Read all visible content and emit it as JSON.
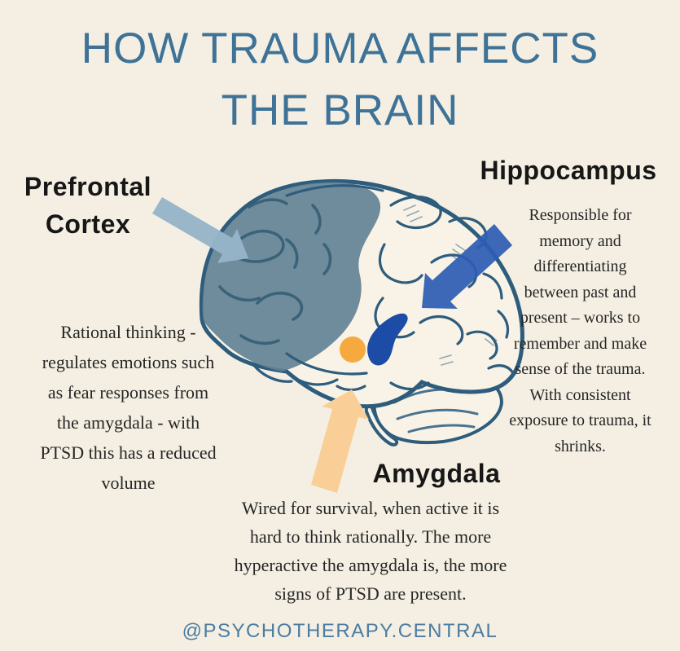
{
  "title": {
    "lines": [
      "HOW TRAUMA AFFECTS",
      "THE BRAIN"
    ]
  },
  "regions": {
    "prefrontal_cortex": {
      "label_lines": [
        "Prefrontal",
        "Cortex"
      ],
      "description_lines": [
        "Rational thinking -",
        "regulates emotions such",
        "as fear responses from",
        "the amygdala - with",
        "PTSD this has a reduced",
        "volume"
      ]
    },
    "hippocampus": {
      "label": "Hippocampus",
      "description_lines": [
        "Responsible for",
        "memory and",
        "differentiating",
        "between past and",
        "present – works to",
        "remember and make",
        "sense of the trauma.",
        "With consistent",
        "exposure to trauma, it",
        "shrinks."
      ]
    },
    "amygdala": {
      "label": "Amygdala",
      "description_lines": [
        "Wired for survival, when active it is",
        "hard to think rationally. The more",
        "hyperactive the amygdala is, the more",
        "signs of PTSD are present."
      ]
    }
  },
  "footer": {
    "handle": "@PSYCHOTHERAPY.CENTRAL"
  },
  "icons": {
    "prefrontal_arrow": "arrow-pointing-down-right-to-frontal-lobe",
    "hippocampus_arrow": "arrow-pointing-down-left-to-hippocampus",
    "amygdala_arrow": "arrow-pointing-up-to-amygdala"
  },
  "colors": {
    "background": "#F4EFE2",
    "title_teal": "#3E7297",
    "footer_teal": "#4B7CA2",
    "label_black": "#171717",
    "body_text": "#262626",
    "brain_line": "#2D5C7D",
    "brain_fill": "#F8F3E6",
    "frontal_shade": "#5F8194",
    "frontal_shade_line": "#3A6278",
    "prefrontal_arrow": "#96B5C8",
    "hippocampus_arrow": "#2E5DB4",
    "hippocampus_highlight": "#1C4CA5",
    "amygdala_highlight": "#F5A93E",
    "amygdala_arrow": "#F9CF97"
  }
}
